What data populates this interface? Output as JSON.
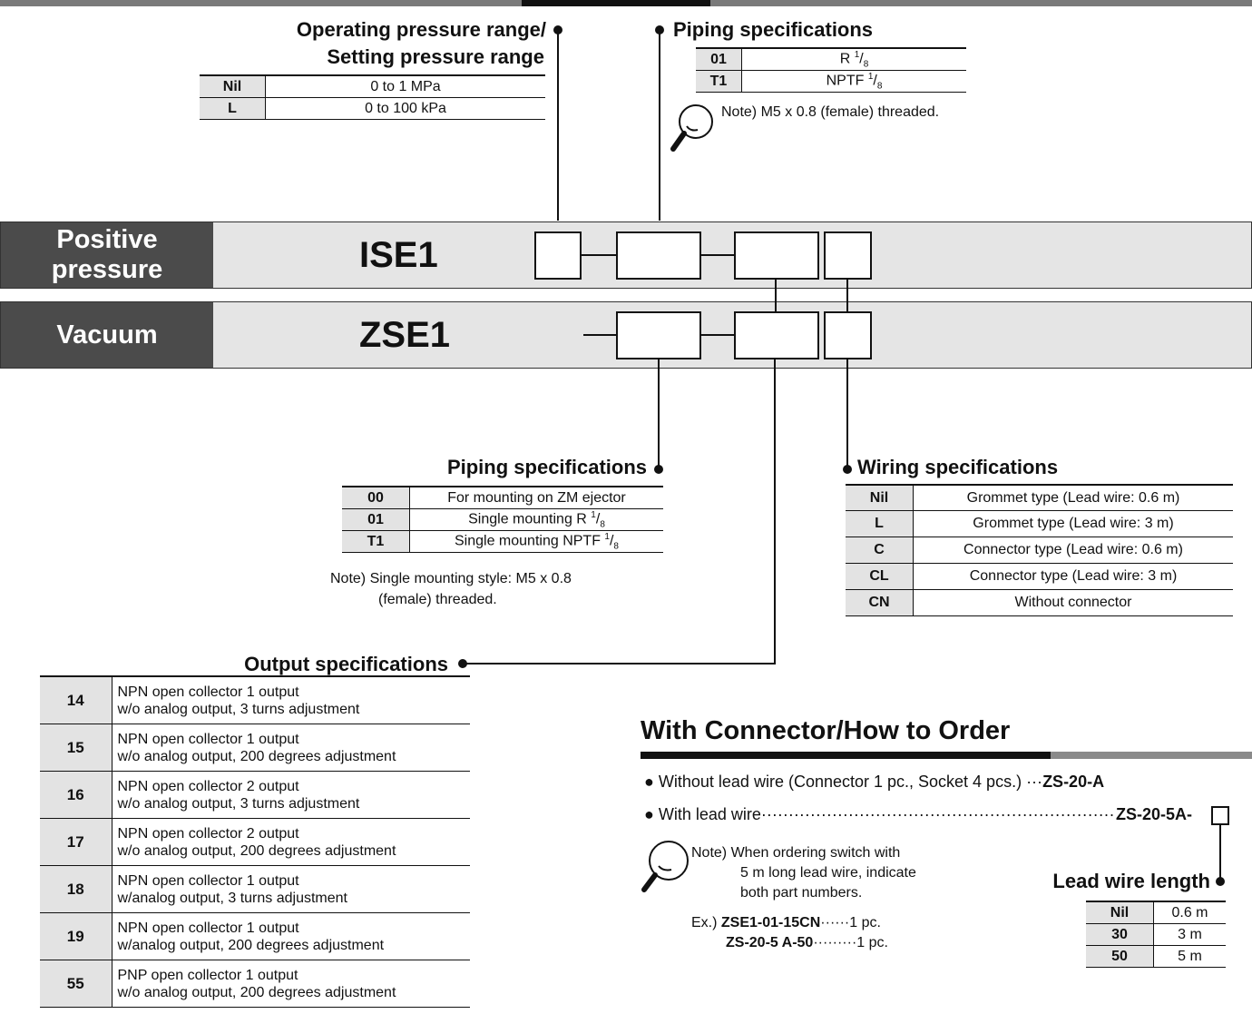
{
  "op_pressure": {
    "title_line1": "Operating pressure range/",
    "title_line2": "Setting pressure range",
    "rows": [
      {
        "code": "Nil",
        "desc": "0 to 1 MPa"
      },
      {
        "code": "L",
        "desc": "0 to 100 kPa"
      }
    ]
  },
  "piping_top": {
    "title": "Piping specifications",
    "rows": [
      {
        "code": "01",
        "desc_main": "R ",
        "desc_frac_num": "1",
        "desc_frac_den": "8"
      },
      {
        "code": "T1",
        "desc_main": "NPTF ",
        "desc_frac_num": "1",
        "desc_frac_den": "8"
      }
    ],
    "note": "Note) M5 x 0.8 (female) threaded."
  },
  "bars": {
    "positive_line1": "Positive",
    "positive_line2": "pressure",
    "positive_model": "ISE1",
    "vacuum_label": "Vacuum",
    "vacuum_model": "ZSE1"
  },
  "piping_bottom": {
    "title": "Piping specifications",
    "rows": [
      {
        "code": "00",
        "desc": "For mounting on ZM ejector"
      },
      {
        "code": "01",
        "desc_main": "Single mounting R ",
        "desc_frac_num": "1",
        "desc_frac_den": "8"
      },
      {
        "code": "T1",
        "desc_main": "Single mounting NPTF ",
        "desc_frac_num": "1",
        "desc_frac_den": "8"
      }
    ],
    "note_line1": "Note) Single mounting style: M5 x 0.8",
    "note_line2": "(female) threaded."
  },
  "wiring": {
    "title": "Wiring specifications",
    "rows": [
      {
        "code": "Nil",
        "desc": "Grommet type (Lead wire: 0.6 m)"
      },
      {
        "code": "L",
        "desc": "Grommet type (Lead wire: 3 m)"
      },
      {
        "code": "C",
        "desc": "Connector type (Lead wire: 0.6 m)"
      },
      {
        "code": "CL",
        "desc": "Connector type (Lead wire: 3 m)"
      },
      {
        "code": "CN",
        "desc": "Without connector"
      }
    ]
  },
  "output": {
    "title": "Output specifications",
    "rows": [
      {
        "code": "14",
        "line1": "NPN open collector 1 output",
        "line2": "w/o analog output, 3 turns adjustment"
      },
      {
        "code": "15",
        "line1": "NPN open collector 1 output",
        "line2": "w/o analog output, 200 degrees adjustment"
      },
      {
        "code": "16",
        "line1": "NPN open collector 2 output",
        "line2": "w/o analog output, 3 turns adjustment"
      },
      {
        "code": "17",
        "line1": "NPN open collector 2 output",
        "line2": "w/o analog output, 200 degrees adjustment"
      },
      {
        "code": "18",
        "line1": "NPN open collector 1 output",
        "line2": "w/analog output, 3 turns adjustment"
      },
      {
        "code": "19",
        "line1": "NPN open collector 1 output",
        "line2": "w/analog output, 200 degrees adjustment"
      },
      {
        "code": "55",
        "line1": "PNP open collector 1 output",
        "line2": "w/o analog output, 200 degrees adjustment"
      }
    ]
  },
  "connector": {
    "heading": "With Connector/How to Order",
    "line1_text": "Without lead wire (Connector 1 pc., Socket 4 pcs.) ···",
    "line1_part": "ZS-20-A",
    "line2_text": "With lead wire······································································",
    "line2_part": "ZS-20-5A-",
    "note_line1": "Note) When ordering switch with",
    "note_line2": "5 m long lead wire, indicate",
    "note_line3": "both part numbers.",
    "ex_prefix": "Ex.)",
    "ex1_part": "ZSE1-01-15CN",
    "ex1_tail": "······1 pc.",
    "ex2_part": "ZS-20-5 A-50",
    "ex2_tail": "·········1 pc."
  },
  "lead_wire": {
    "title": "Lead wire length",
    "rows": [
      {
        "code": "Nil",
        "desc": "0.6 m"
      },
      {
        "code": "30",
        "desc": "3 m"
      },
      {
        "code": "50",
        "desc": "5 m"
      }
    ]
  }
}
